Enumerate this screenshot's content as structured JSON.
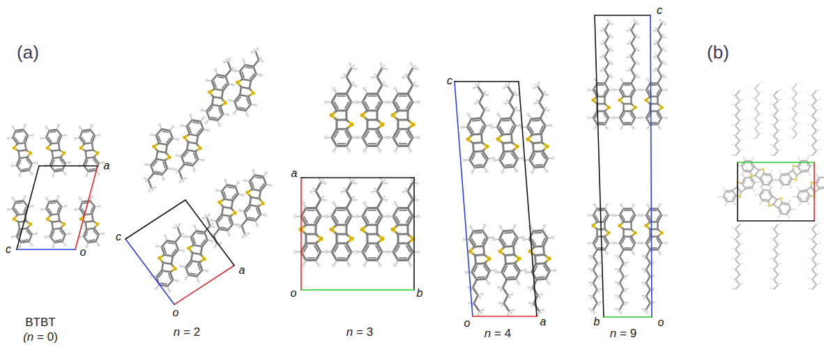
{
  "diagram": {
    "labels": [
      "(a)",
      "c",
      "a",
      "o",
      "BTBT",
      "(n = 0)",
      "c",
      "a",
      "o",
      "n = 2",
      "a",
      "o",
      "b",
      "n = 3",
      "c",
      "o",
      "a",
      "n = 4",
      "c",
      "b",
      "o",
      "n = 9",
      "(b)"
    ]
  }
}
